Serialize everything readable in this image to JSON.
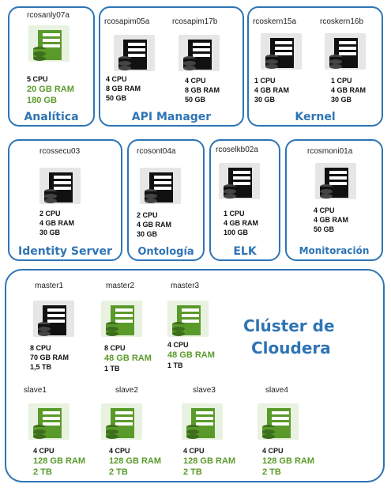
{
  "colors": {
    "accent": "#2e74b5",
    "green": "#5a9a2a",
    "black": "#111111"
  },
  "groups": {
    "analitica": {
      "title": "Analítica"
    },
    "api_manager": {
      "title": "API Manager"
    },
    "kernel": {
      "title": "Kernel"
    },
    "identity_server": {
      "title": "Identity Server"
    },
    "ontologia": {
      "title": "Ontología"
    },
    "elk": {
      "title": "ELK"
    },
    "monitoracion": {
      "title": "Monitoración"
    },
    "cloudera": {
      "title_line1": "Clúster de",
      "title_line2": "Cloudera"
    }
  },
  "servers": {
    "rcosanly07a": {
      "name": "rcosanly07a",
      "icon": "server-green-icon",
      "cpu": "5 CPU",
      "ram": "20 GB RAM",
      "disk": "180 GB"
    },
    "rcosapim05a": {
      "name": "rcosapim05a",
      "icon": "server-black-icon",
      "cpu": "4 CPU",
      "ram": "8 GB RAM",
      "disk": "50 GB"
    },
    "rcosapim17b": {
      "name": "rcosapim17b",
      "icon": "server-black-icon",
      "cpu": "4 CPU",
      "ram": "8 GB RAM",
      "disk": "50 GB"
    },
    "rcoskern15a": {
      "name": "rcoskern15a",
      "icon": "server-black-icon",
      "cpu": "1 CPU",
      "ram": "4 GB RAM",
      "disk": "30 GB"
    },
    "rcoskern16b": {
      "name": "rcoskern16b",
      "icon": "server-black-icon",
      "cpu": "1 CPU",
      "ram": "4 GB RAM",
      "disk": "30 GB"
    },
    "rcossecu03": {
      "name": "rcossecu03",
      "icon": "server-black-icon",
      "cpu": "2 CPU",
      "ram": "4 GB RAM",
      "disk": "30 GB"
    },
    "rcosont04a": {
      "name": "rcosont04a",
      "icon": "server-black-icon",
      "cpu": "2 CPU",
      "ram": "4 GB RAM",
      "disk": "30 GB"
    },
    "rcoselkb02a": {
      "name": "rcoselkb02a",
      "icon": "server-black-icon",
      "cpu": "1 CPU",
      "ram": "4 GB RAM",
      "disk": "100 GB"
    },
    "rcosmoni01a": {
      "name": "rcosmoni01a",
      "icon": "server-black-icon",
      "cpu": "4 CPU",
      "ram": "4 GB RAM",
      "disk": "50 GB"
    },
    "master1": {
      "name": "master1",
      "icon": "server-black-icon",
      "cpu": "8 CPU",
      "ram": "70 GB RAM",
      "disk": "1,5 TB"
    },
    "master2": {
      "name": "master2",
      "icon": "server-green-icon",
      "cpu": "8 CPU",
      "ram": "48 GB RAM",
      "disk": "1 TB"
    },
    "master3": {
      "name": "master3",
      "icon": "server-green-icon",
      "cpu": "4 CPU",
      "ram": "48 GB RAM",
      "disk": "1 TB"
    },
    "slave1": {
      "name": "slave1",
      "icon": "server-green-icon",
      "cpu": "4 CPU",
      "ram": "128 GB RAM",
      "disk": "2 TB"
    },
    "slave2": {
      "name": "slave2",
      "icon": "server-green-icon",
      "cpu": "4 CPU",
      "ram": "128 GB RAM",
      "disk": "2 TB"
    },
    "slave3": {
      "name": "slave3",
      "icon": "server-green-icon",
      "cpu": "4 CPU",
      "ram": "128 GB RAM",
      "disk": "2 TB"
    },
    "slave4": {
      "name": "slave4",
      "icon": "server-green-icon",
      "cpu": "4 CPU",
      "ram": "128 GB RAM",
      "disk": "2 TB"
    }
  }
}
